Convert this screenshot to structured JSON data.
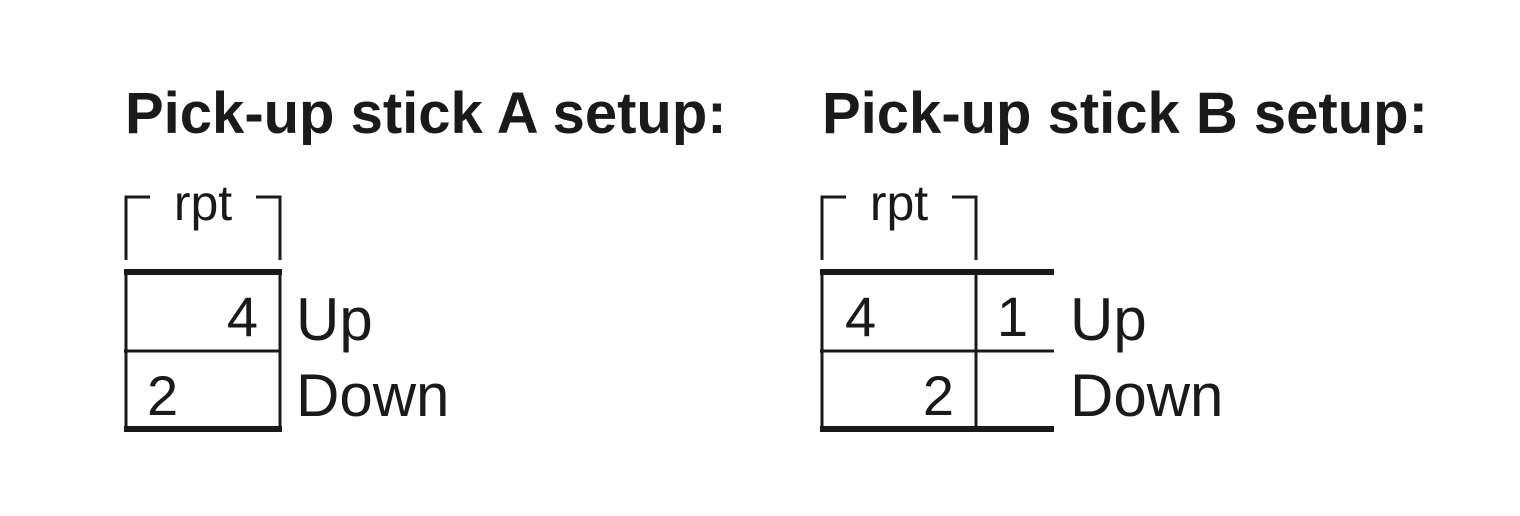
{
  "diagram_a": {
    "title": "Pick-up stick A setup:",
    "bracket_label": "rpt",
    "rows": [
      {
        "label": "Up",
        "cells": [
          "4"
        ]
      },
      {
        "label": "Down",
        "cells": [
          "2"
        ]
      }
    ]
  },
  "diagram_b": {
    "title": "Pick-up stick B setup:",
    "bracket_label": "rpt",
    "rows": [
      {
        "label": "Up",
        "cells": [
          "4",
          "1"
        ]
      },
      {
        "label": "Down",
        "cells": [
          "2",
          ""
        ]
      }
    ]
  },
  "colors": {
    "ink": "#1a1a1a",
    "background": "#ffffff"
  }
}
